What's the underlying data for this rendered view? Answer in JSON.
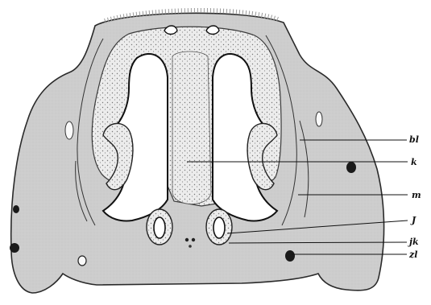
{
  "figure": {
    "labels": {
      "bl": "bl",
      "k": "k",
      "m": "m",
      "J": "J",
      "jk": "jk",
      "zl": "zl"
    }
  },
  "colors": {
    "ink": "#111111",
    "tissue": "#cfcfcf",
    "cartilage": "#e6e6e6",
    "lumen": "#ffffff"
  }
}
